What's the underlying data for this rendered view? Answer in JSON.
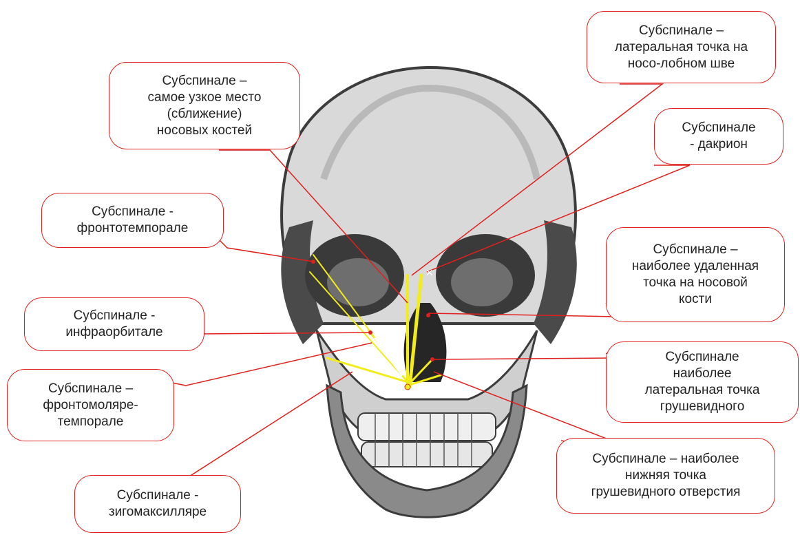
{
  "colors": {
    "callout_border": "#e0201c",
    "pointer_line": "#e0201c",
    "measure_line": "#f2ec18",
    "skull_bone": "#d9d9d9",
    "skull_shadow": "#3c3c3c"
  },
  "image": {
    "subject": "skull-frontal-view"
  },
  "callouts": [
    {
      "id": "nasal-narrowest",
      "text": "Субспинале –\nсамое узкое место\n(сближение)\nносовых костей"
    },
    {
      "id": "frontonasal-lateral",
      "text": "Субспинале –\nлатеральная точка на\nносо-лобном шве"
    },
    {
      "id": "dacryon",
      "text": "Субспинале\n- дакрион"
    },
    {
      "id": "frontotemporale",
      "text": "Субспинале -\nфронтотемпорале"
    },
    {
      "id": "nasal-distal",
      "text": "Субспинале –\nнаиболее удаленная\nточка на носовой\nкости"
    },
    {
      "id": "infraorbitale",
      "text": "Субспинале -\nинфраорбитале"
    },
    {
      "id": "piriform-lateral",
      "text": "Субспинале\nнаиболее\nлатеральная точка\nгрушевидного"
    },
    {
      "id": "frontomolare",
      "text": "Субспинале –\nфронтомоляре-\nтемпорале"
    },
    {
      "id": "piriform-lowest",
      "text": "Субспинале – наиболее\nнижняя точка\nгрушевидного отверстия"
    },
    {
      "id": "zygomaxillare",
      "text": "Субспинале -\nзигомаксилляре"
    }
  ]
}
